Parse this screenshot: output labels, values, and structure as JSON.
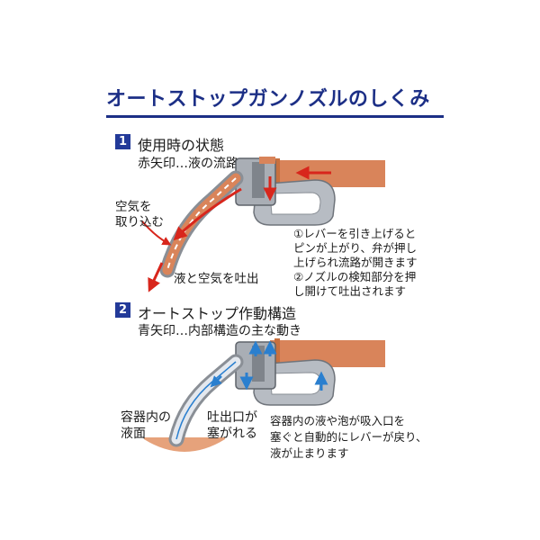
{
  "title": "オートストップガンノズルのしくみ",
  "section1": {
    "number": "1",
    "heading": "使用時の状態",
    "subheading": "赤矢印…液の流路",
    "label_air": [
      "空気を",
      "取り込む"
    ],
    "label_discharge": "液と空気を吐出",
    "notes": [
      "①レバーを引き上げると",
      "ピンが上がり、弁が押し",
      "上げられ流路が開きます",
      "②ノズルの検知部分を押",
      "し開けて吐出されます"
    ]
  },
  "section2": {
    "number": "2",
    "heading": "オートストップ作動構造",
    "subheading": "青矢印…内部構造の主な動き",
    "label_surface": [
      "容器内の",
      "液面"
    ],
    "label_outlet": [
      "吐出口が",
      "塞がれる"
    ],
    "notes": [
      "容器内の液や泡が吸入口を",
      "塞ぐと自動的にレバーが戻り、",
      "液が止まります"
    ]
  },
  "colors": {
    "title": "#1c2f86",
    "badge": "#233a99",
    "hose": "#d9845a",
    "red_arrow": "#d8261c",
    "blue_arrow": "#2a7fcf",
    "nozzle_body": "#b7bcc3"
  }
}
